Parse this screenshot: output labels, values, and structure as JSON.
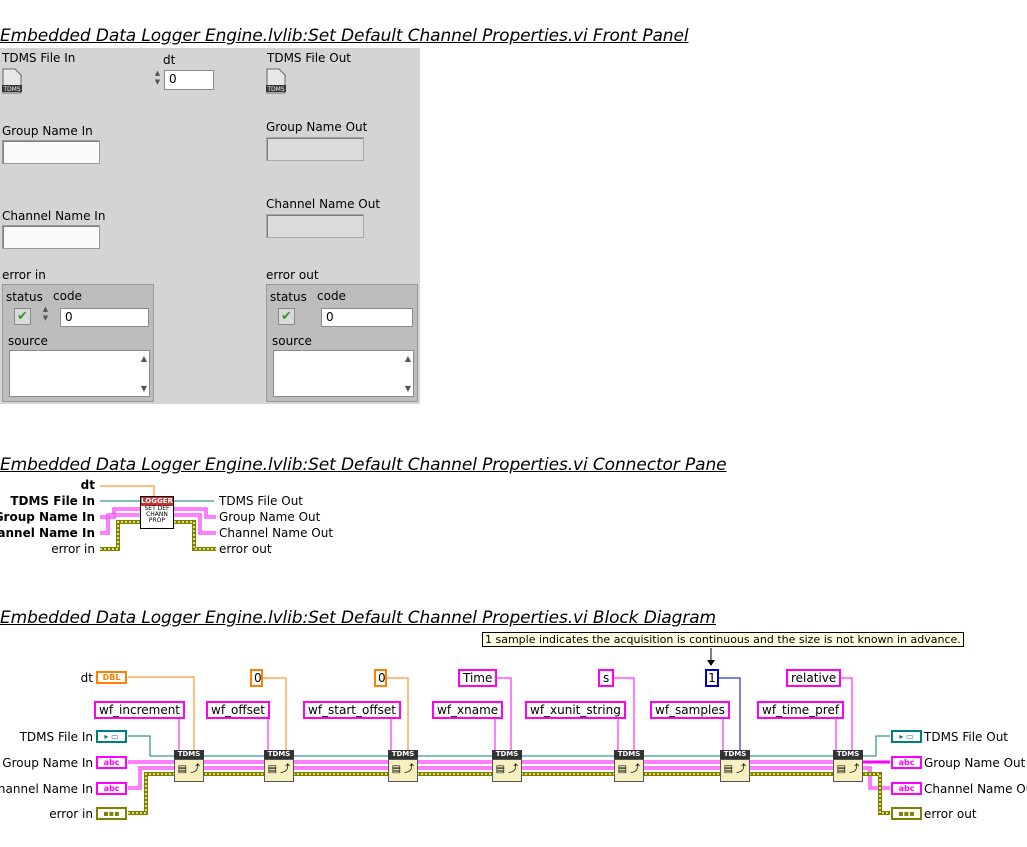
{
  "front_panel": {
    "title": "Embedded Data Logger Engine.lvlib:Set Default Channel Properties.vi Front Panel",
    "tdms_file_in_label": "TDMS File In",
    "dt_label": "dt",
    "dt_value": "0",
    "tdms_file_out_label": "TDMS File Out",
    "group_name_in_label": "Group Name In",
    "group_name_out_label": "Group Name Out",
    "channel_name_in_label": "Channel Name In",
    "channel_name_out_label": "Channel Name Out",
    "error_in_label": "error in",
    "error_out_label": "error out",
    "status_label": "status",
    "code_label": "code",
    "source_label": "source",
    "code_in_value": "0",
    "code_out_value": "0",
    "icon_text": "TDMS"
  },
  "connector_pane": {
    "title": "Embedded Data Logger Engine.lvlib:Set Default Channel Properties.vi Connector Pane",
    "inputs": [
      "dt",
      "TDMS File In",
      "Group Name In",
      "Channel Name In",
      "error in"
    ],
    "outputs": [
      "TDMS File Out",
      "Group Name Out",
      "Channel Name Out",
      "error out"
    ],
    "icon_lines": [
      "LOGGER",
      "SET DEF",
      "CHANN",
      "PROP"
    ]
  },
  "block_diagram": {
    "title": "Embedded Data Logger Engine.lvlib:Set Default Channel Properties.vi Block Diagram",
    "comment": "1 sample indicates the acquisition is continuous and the size is not known in advance.",
    "input_labels": [
      "dt",
      "TDMS File In",
      "Group Name In",
      "Channel Name In",
      "error in"
    ],
    "output_labels": [
      "TDMS File Out",
      "Group Name Out",
      "Channel Name Out",
      "error out"
    ],
    "property_names": [
      "wf_increment",
      "wf_offset",
      "wf_start_offset",
      "wf_xname",
      "wf_xunit_string",
      "wf_samples",
      "wf_time_pref"
    ],
    "constants": [
      "0",
      "0",
      "Time",
      "s",
      "1",
      "relative"
    ],
    "node_header": "TDMS",
    "dbl_tag": "DBL",
    "abc_tag": "abc"
  },
  "colors": {
    "string_wire": "#ff00ff",
    "numeric_wire": "#ff7f00",
    "int_wire": "#0000c8",
    "refnum_wire": "#007f7f",
    "error_wire": "#7f7f00"
  }
}
